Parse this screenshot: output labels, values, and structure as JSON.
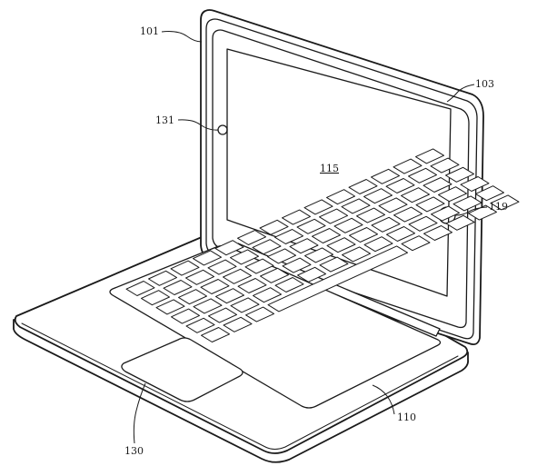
{
  "labels": {
    "housing": "101",
    "bezel": "103",
    "keyboard": "110",
    "screen": "115",
    "trackpad": "130",
    "camera": "131",
    "home_button": "119"
  }
}
